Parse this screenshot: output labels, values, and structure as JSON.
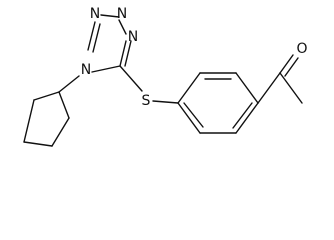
{
  "molecule": {
    "atoms": {
      "n_top_right": "N",
      "n_top_left": "N",
      "n_left_mid": "N",
      "n_left_lower": "N",
      "sulfur": "S",
      "oxygen": "O"
    },
    "line_color": "#111111",
    "background_color": "#ffffff"
  }
}
